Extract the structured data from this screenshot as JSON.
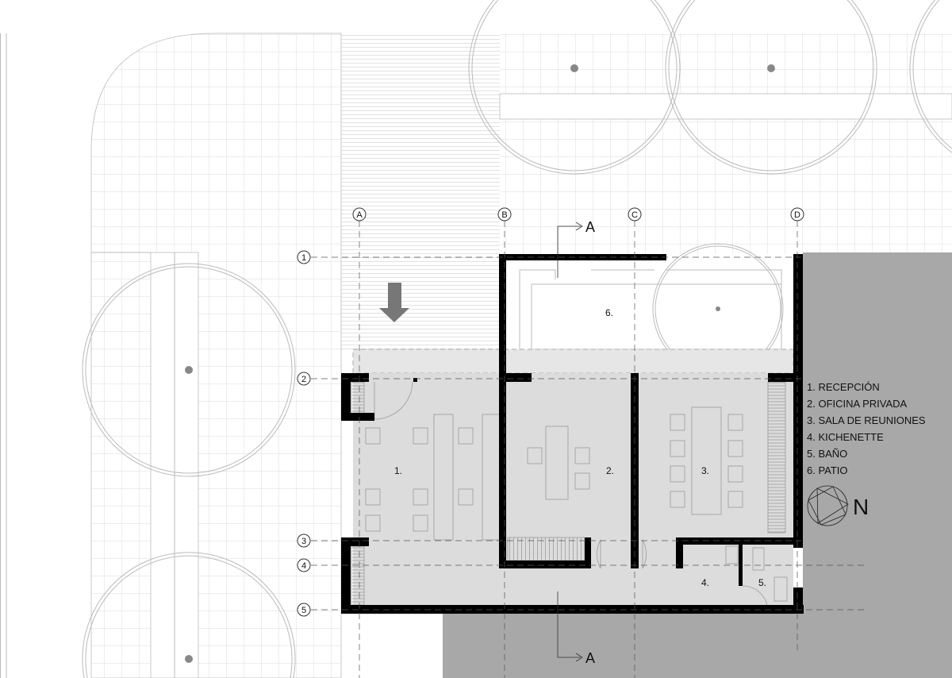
{
  "plan": {
    "rooms": [
      "1.",
      "2.",
      "3.",
      "4.",
      "5.",
      "6."
    ],
    "legend": [
      "1. RECEPCIÓN",
      "2. OFICINA PRIVADA",
      "3. SALA DE REUNIONES",
      "4. KICHENETTE",
      "5. BAÑO",
      "6. PATIO"
    ],
    "north": "N",
    "section_label": "A",
    "grid_columns": [
      "A",
      "B",
      "C",
      "D"
    ],
    "grid_rows": [
      "1",
      "2",
      "3",
      "4",
      "5"
    ]
  },
  "colors": {
    "wall": "#000000",
    "interior": "#dcdcdc",
    "site": "#a8a8a8",
    "line": "#c8c8c8"
  }
}
